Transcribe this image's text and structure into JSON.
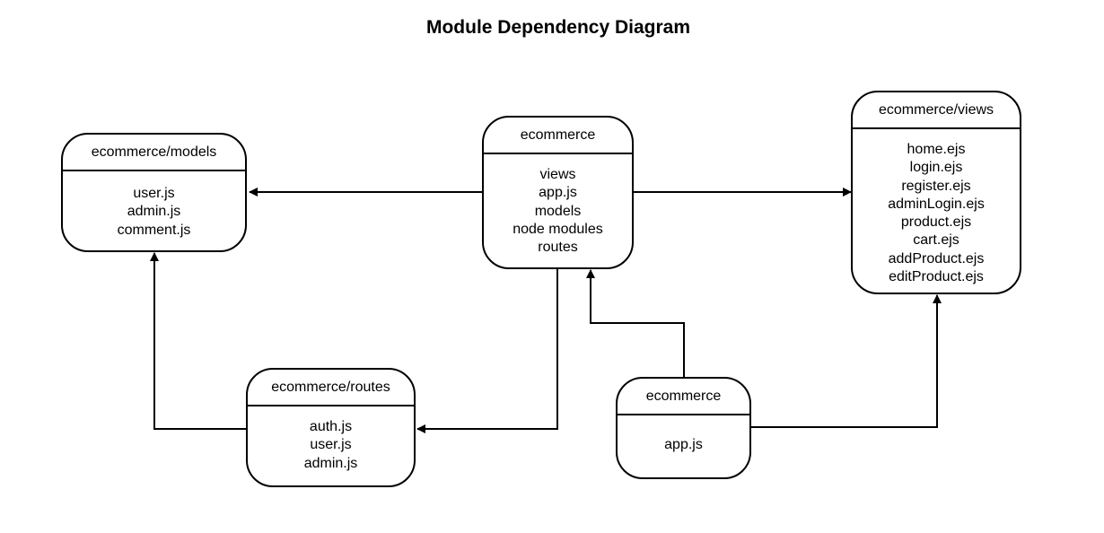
{
  "title": "Module Dependency Diagram",
  "nodes": {
    "models": {
      "header": "ecommerce/models",
      "items": [
        "user.js",
        "admin.js",
        "comment.js"
      ]
    },
    "ecommerce_root": {
      "header": "ecommerce",
      "items": [
        "views",
        "app.js",
        "models",
        "node modules",
        "routes"
      ]
    },
    "views": {
      "header": "ecommerce/views",
      "items": [
        "home.ejs",
        "login.ejs",
        "register.ejs",
        "adminLogin.ejs",
        "product.ejs",
        "cart.ejs",
        "addProduct.ejs",
        "editProduct.ejs"
      ]
    },
    "routes": {
      "header": "ecommerce/routes",
      "items": [
        "auth.js",
        "user.js",
        "admin.js"
      ]
    },
    "ecommerce_app": {
      "header": "ecommerce",
      "items": [
        "app.js"
      ]
    }
  },
  "edges": [
    {
      "from": "ecommerce",
      "to": "ecommerce/models"
    },
    {
      "from": "ecommerce",
      "to": "ecommerce/views"
    },
    {
      "from": "ecommerce",
      "to": "ecommerce/routes"
    },
    {
      "from": "ecommerce/routes",
      "to": "ecommerce/models"
    },
    {
      "from": "ecommerce (app.js)",
      "to": "ecommerce"
    },
    {
      "from": "ecommerce (app.js)",
      "to": "ecommerce/views"
    }
  ],
  "colors": {
    "stroke": "#000000",
    "background": "#ffffff"
  }
}
